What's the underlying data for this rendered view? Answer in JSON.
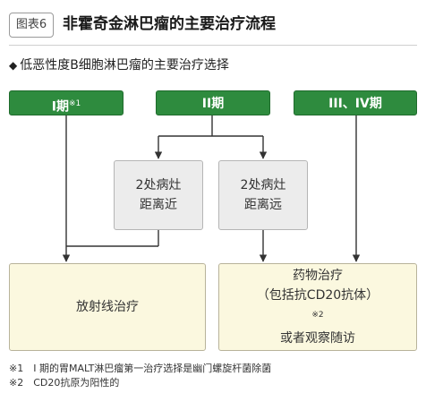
{
  "figure": {
    "tag": "图表6",
    "title": "非霍奇金淋巴瘤的主要治疗流程",
    "subtitle_marker": "◆",
    "subtitle": "低恶性度B细胞淋巴瘤的主要治疗选择"
  },
  "stages": [
    {
      "label": "I期",
      "note": "※1"
    },
    {
      "label": "II期",
      "note": ""
    },
    {
      "label": "III、IV期",
      "note": ""
    }
  ],
  "distance": [
    {
      "line1": "2处病灶",
      "line2": "距离近"
    },
    {
      "line1": "2处病灶",
      "line2": "距离远"
    }
  ],
  "treatments": {
    "radiation": "放射线治疗",
    "drug": {
      "line1": "药物治疗",
      "line2": "（包括抗CD20抗体）",
      "line2_note": "※2",
      "line3": "或者观察随访"
    }
  },
  "footnotes": [
    "※1　I 期的胃MALT淋巴瘤第一治疗选择是幽门螺旋杆菌除菌",
    "※2　CD20抗原为阳性的"
  ],
  "colors": {
    "stage_green": "#2e8b3e",
    "distance_gray": "#ececec",
    "treatment_cream": "#fbf8df",
    "connector": "#333333"
  }
}
